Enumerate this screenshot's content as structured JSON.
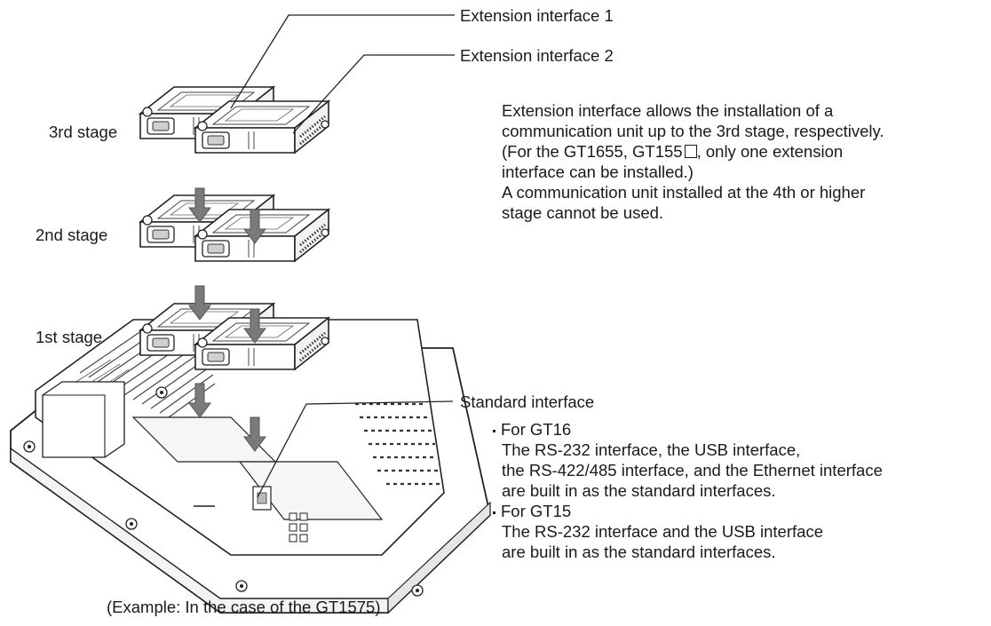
{
  "labels": {
    "ext1": "Extension interface 1",
    "ext2": "Extension interface 2",
    "stage3": "3rd stage",
    "stage2": "2nd stage",
    "stage1": "1st stage",
    "standard": "Standard interface",
    "example": "(Example: In the case of the GT1575)"
  },
  "notes": {
    "ext_lines": [
      "Extension interface allows the installation of a",
      "communication unit up to the 3rd stage, respectively.",
      "(For the GT1655, GT155",
      ", only one extension",
      "interface can be installed.)",
      "A communication unit installed at the 4th or higher",
      "stage cannot be used."
    ],
    "gt16_head": "For GT16",
    "gt16_lines": [
      "The RS-232 interface, the USB interface,",
      "the RS-422/485 interface, and the Ethernet interface",
      "are built in as the standard interfaces."
    ],
    "gt15_head": "For GT15",
    "gt15_lines": [
      "The RS-232 interface and the USB interface",
      "are built in as the standard interfaces."
    ]
  }
}
